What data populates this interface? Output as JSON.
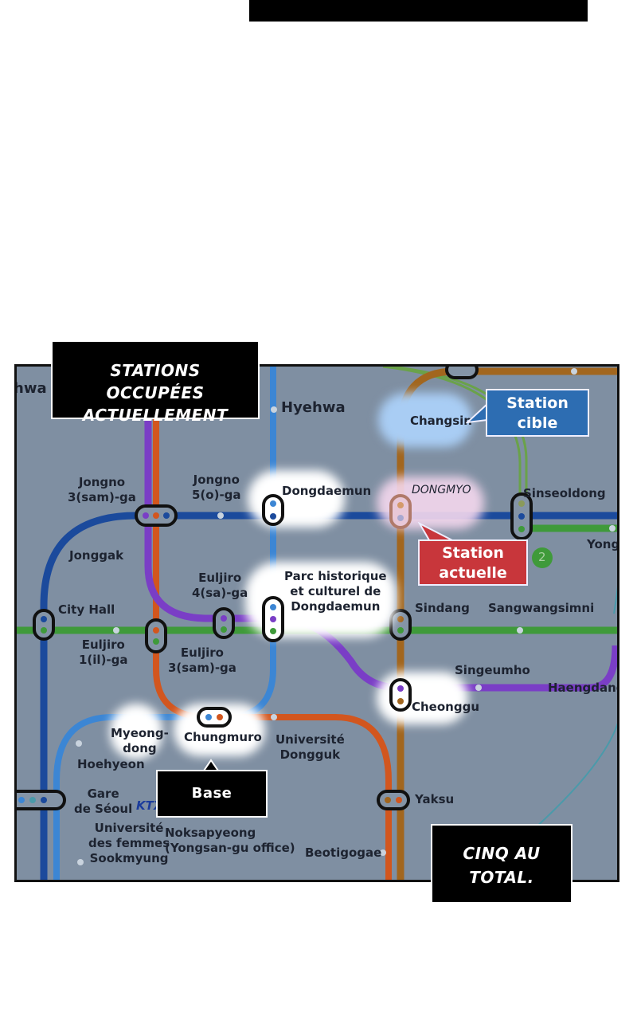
{
  "captions": {
    "top": "STATIONS OCCUPÉES ACTUELLEMENT",
    "bottom": "CINQ AU TOTAL.",
    "base": "Base"
  },
  "callouts": {
    "target": "Station cible",
    "current": "Station actuelle"
  },
  "stations": {
    "hyehwa_cut": "hwa",
    "hyehwa": "Hyehwa",
    "changsin": "Changsin",
    "jongno3": "Jongno\n3(sam)-ga",
    "jongno5": "Jongno\n5(o)-ga",
    "dongdaemun": "Dongdaemun",
    "dongmyo": "DONGMYO",
    "sinseoldong": "Sinseoldong",
    "yong": "Yong",
    "jonggak": "Jonggak",
    "euljiro4": "Euljiro\n4(sa)-ga",
    "parc": "Parc historique\net culturel de\nDongdaemun",
    "city_hall": "City Hall",
    "sindang": "Sindang",
    "sangwangsimni": "Sangwangsimni",
    "euljiro1": "Euljiro\n1(il)-ga",
    "euljiro3": "Euljiro\n3(sam)-ga",
    "singeumho": "Singeumho",
    "haengdang": "Haengdang",
    "cheonggu": "Cheonggu",
    "myeongdong": "Myeong-\ndong",
    "chungmuro": "Chungmuro",
    "dongguk": "Université\nDongguk",
    "hoehyeon": "Hoehyeon",
    "seoul": "Gare\nde Séoul",
    "yaksu": "Yaksu",
    "sookmyung": "Université\ndes femmes\nSookmyung",
    "noksapyeong": "Noksapyeong\n(Yongsan-gu office)",
    "beotigogae": "Beotigogae",
    "ktx": "KTX",
    "line_badge": "2"
  },
  "colors": {
    "line1": "#1b4a9c",
    "line2": "#3f9a3a",
    "line3": "#d2561e",
    "line4": "#3c86d4",
    "line5": "#7a3ec6",
    "line6": "#a2661e",
    "target": "#2d6db2",
    "current": "#c8363b"
  }
}
